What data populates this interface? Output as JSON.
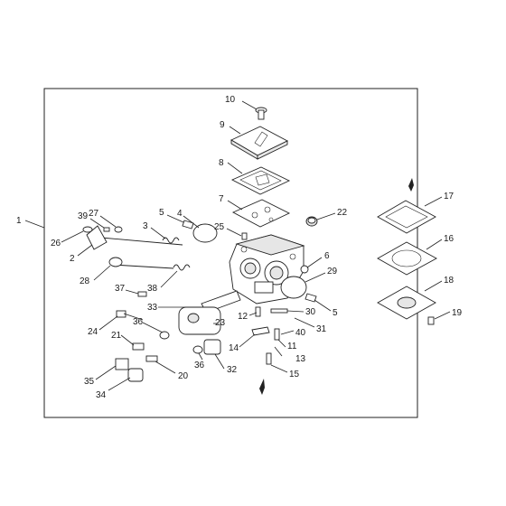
{
  "diagram": {
    "frame_label": "1",
    "callouts": {
      "c2": "2",
      "c3": "3",
      "c4": "4",
      "c5a": "5",
      "c5b": "5",
      "c6": "6",
      "c7": "7",
      "c8": "8",
      "c9": "9",
      "c10": "10",
      "c11": "11",
      "c12": "12",
      "c13": "13",
      "c14": "14",
      "c15": "15",
      "c16": "16",
      "c17": "17",
      "c18": "18",
      "c19": "19",
      "c20": "20",
      "c21": "21",
      "c22": "22",
      "c23": "23",
      "c24": "24",
      "c25": "25",
      "c26": "26",
      "c27": "27",
      "c28": "28",
      "c29": "29",
      "c30": "30",
      "c31": "31",
      "c32": "32",
      "c33": "33",
      "c34": "34",
      "c35": "35",
      "c36a": "36",
      "c36b": "36",
      "c37": "37",
      "c38": "38",
      "c39": "39",
      "c40": "40"
    }
  }
}
